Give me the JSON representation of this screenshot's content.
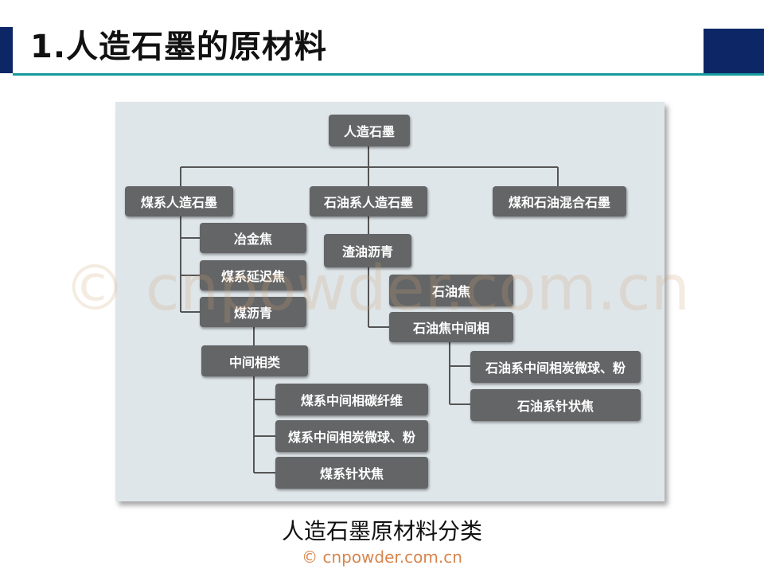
{
  "slide": {
    "title": "1.人造石墨的原材料",
    "caption": "人造石墨原材料分类",
    "copyright": "© cnpowder.com.cn",
    "watermark": "© cnpowder.com.cn"
  },
  "diagram": {
    "root": "人造石墨",
    "coal_branch": {
      "label": "煤系人造石墨",
      "children": [
        "冶金焦",
        "煤系延迟焦",
        "煤沥青"
      ],
      "intermediate": "中间相类",
      "intermediate_children": [
        "煤系中间相碳纤维",
        "煤系中间相炭微球、粉",
        "煤系针状焦"
      ]
    },
    "petroleum_branch": {
      "label": "石油系人造石墨",
      "child": "渣油沥青",
      "grandchildren": [
        "石油焦",
        "石油焦中间相"
      ],
      "mesophase_children": [
        "石油系中间相炭微球、粉",
        "石油系针状焦"
      ]
    },
    "mixed_branch": {
      "label": "煤和石油混合石墨"
    }
  },
  "colors": {
    "node_fill": "#646566",
    "panel_bg": "#dfe6ea",
    "header_navy": "#0d2766",
    "header_rule": "#159a9e",
    "copyright": "#d7844c"
  }
}
